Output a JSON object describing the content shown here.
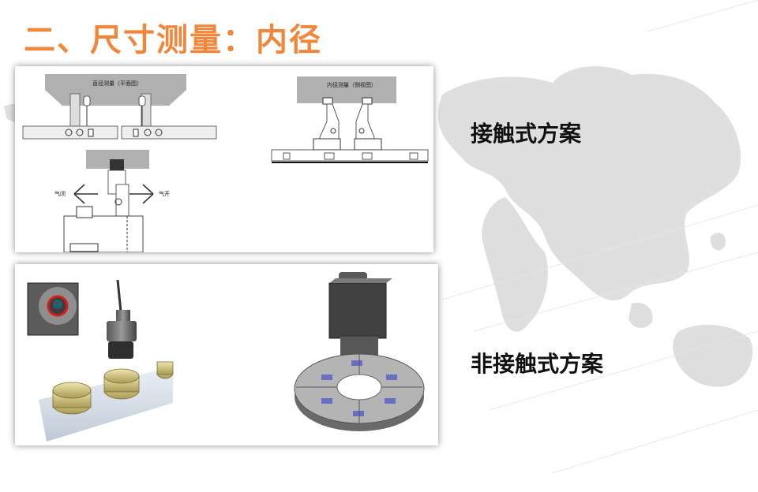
{
  "slide": {
    "title": "二、尺寸测量：内径"
  },
  "diagram_top": {
    "left_caption": "直径测量（平面图）",
    "right_caption": "内径测量（侧视图）",
    "air_close": "气闭",
    "air_open": "气开"
  },
  "labels": {
    "contact": "接触式方案",
    "non_contact": "非接触式方案"
  },
  "colors": {
    "title": "#f0873a",
    "highlight_ring": "#d81b1b"
  }
}
